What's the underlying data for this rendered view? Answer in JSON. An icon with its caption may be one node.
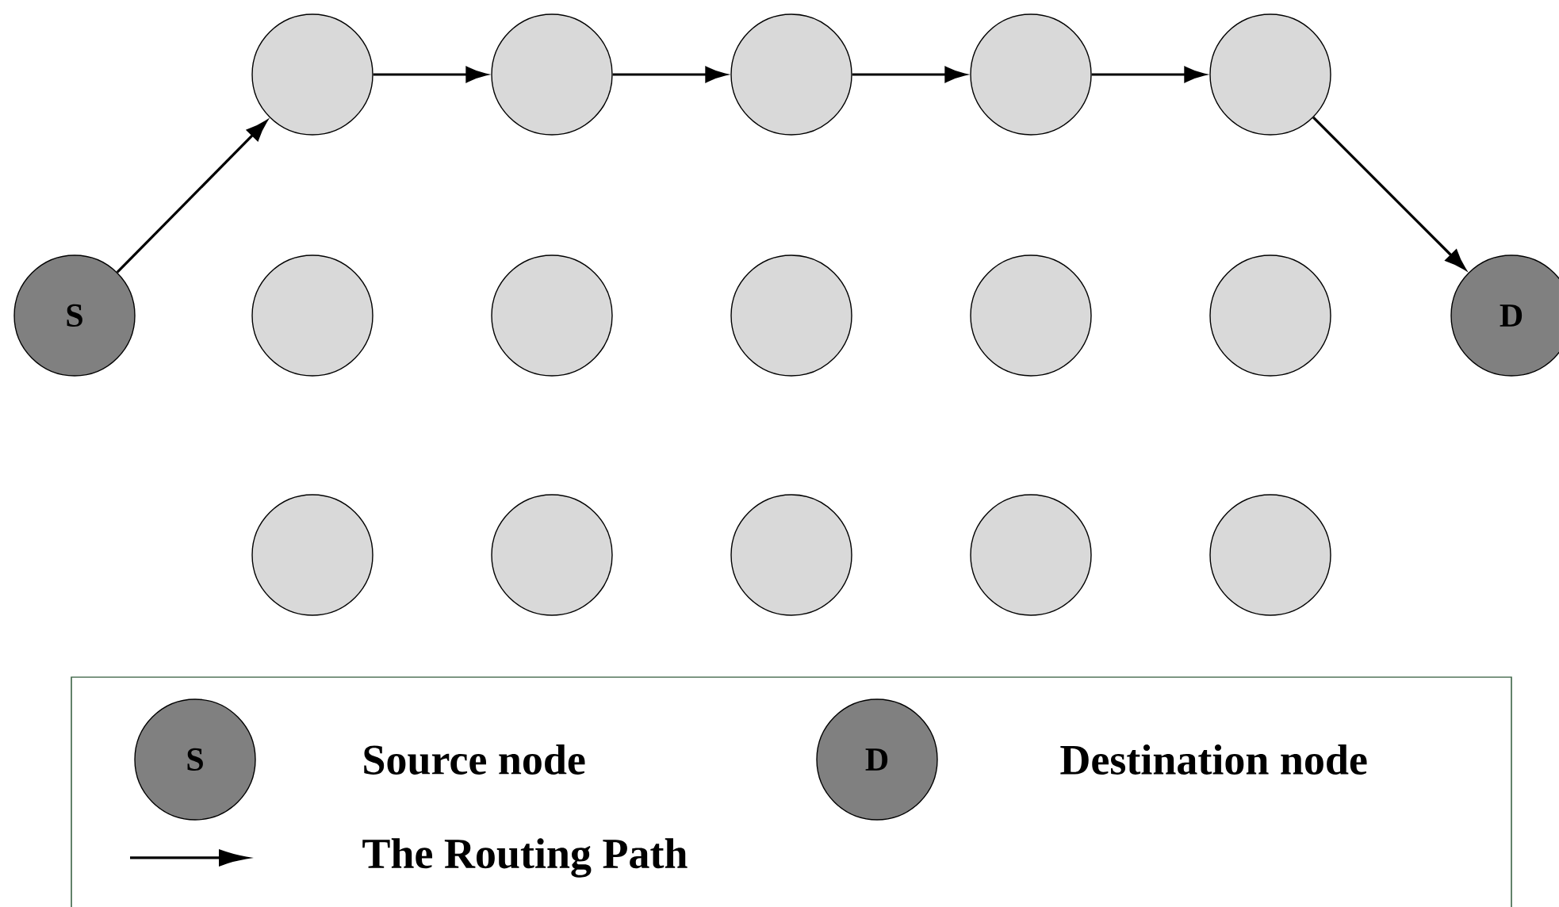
{
  "diagram": {
    "nodes": [
      {
        "text": [],
        "shape": "circle"
      },
      {
        "text": [],
        "shape": "circle"
      },
      {
        "text": [],
        "shape": "circle"
      },
      {
        "text": [],
        "shape": "circle"
      },
      {
        "text": [],
        "shape": "circle"
      },
      {
        "text": [
          "S"
        ]
      },
      {
        "text": [],
        "shape": "circle"
      },
      {
        "text": [],
        "shape": "circle"
      },
      {
        "text": [],
        "shape": "circle"
      },
      {
        "text": [],
        "shape": "circle"
      },
      {
        "text": [],
        "shape": "circle"
      },
      {
        "text": [
          "D"
        ]
      },
      {
        "text": [],
        "shape": "circle"
      },
      {
        "text": [],
        "shape": "circle"
      },
      {
        "text": [],
        "shape": "circle"
      },
      {
        "text": [],
        "shape": "circle"
      },
      {
        "text": [],
        "shape": "circle"
      },
      {
        "text": [
          "S"
        ]
      },
      {
        "text": [
          "D"
        ]
      }
    ],
    "edges": [
      {
        "from": 5,
        "to": 0,
        "arrow": "to"
      },
      {
        "from": 0,
        "to": 1,
        "arrow": "to"
      },
      {
        "from": 1,
        "to": 2,
        "arrow": "to"
      },
      {
        "from": 2,
        "to": 3,
        "arrow": "to"
      },
      {
        "from": 3,
        "to": 4,
        "arrow": "to"
      },
      {
        "from": 4,
        "to": 11,
        "arrow": "to"
      }
    ],
    "legend": [
      {
        "text": "Source node"
      },
      {
        "text": "Destination node"
      },
      {
        "text": "The Routing Path"
      }
    ]
  }
}
